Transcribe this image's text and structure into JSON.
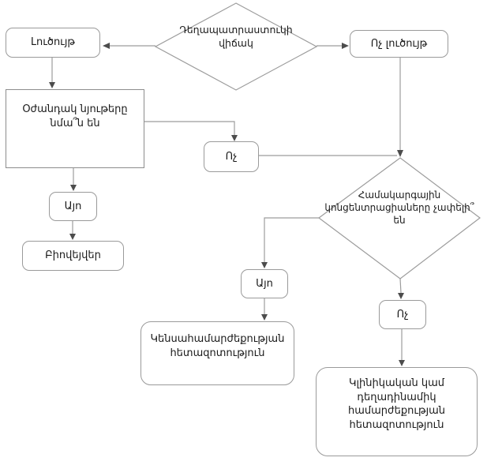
{
  "flowchart": {
    "decisions": {
      "drug_state": {
        "label": "Դեղապատրաստուկի\nվիճակ"
      },
      "systemic_concentrations": {
        "label": "Համակարգային\nկոնցենտրացիաները չափելի՞\nեն"
      }
    },
    "nodes": {
      "solution": {
        "label": "Լուծույթ"
      },
      "not_solution": {
        "label": "Ոչ լուծույթ"
      },
      "excipients_same": {
        "label": "Օժանդակ նյութերը\nնմա՞ն են"
      },
      "no_1": {
        "label": "Ոչ"
      },
      "yes_1": {
        "label": "Այո"
      },
      "biowaiver": {
        "label": "Բիովեյվեր"
      },
      "yes_2": {
        "label": "Այո"
      },
      "bioequivalence_study": {
        "label": "Կենսահամարժեքության\nհետազոտություն"
      },
      "no_2": {
        "label": "Ոչ"
      },
      "clinical_study": {
        "label": "Կլինիկական կամ\nդեղադինամիկ\nհամարժեքության\nհետազոտություն"
      }
    },
    "colors": {
      "line": "#9c9c9c",
      "arrowhead": "#4c4c4c",
      "box_border": "#9a9a9a",
      "text": "#1a1a1a",
      "background": "#ffffff"
    }
  }
}
